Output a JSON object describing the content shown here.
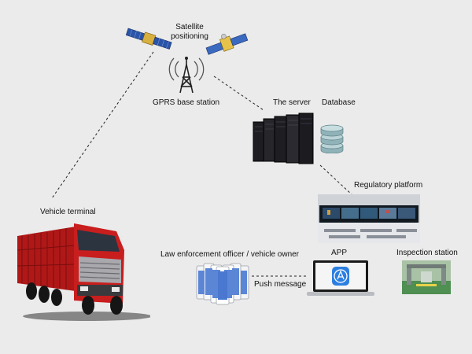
{
  "labels": {
    "satellite": "Satellite\npositioning",
    "gprs": "GPRS base station",
    "server": "The server",
    "database": "Database",
    "regulatory": "Regulatory platform",
    "vehicle": "Vehicle terminal",
    "officer": "Law enforcement officer / vehicle owner",
    "app": "APP",
    "inspection": "Inspection station",
    "push": "Push message"
  },
  "colors": {
    "truck": "#c81e1e",
    "app_icon": "#2c7fe0",
    "server": "#1e1e22",
    "db": "#8fb3b8",
    "solar": "#2a54a8"
  },
  "icons": [
    "satellite-icon",
    "antenna-tower-icon",
    "server-rack-icon",
    "database-icon",
    "monitor-wall-icon",
    "truck-icon",
    "smartphones-icon",
    "laptop-app-icon",
    "inspection-photo-icon"
  ]
}
